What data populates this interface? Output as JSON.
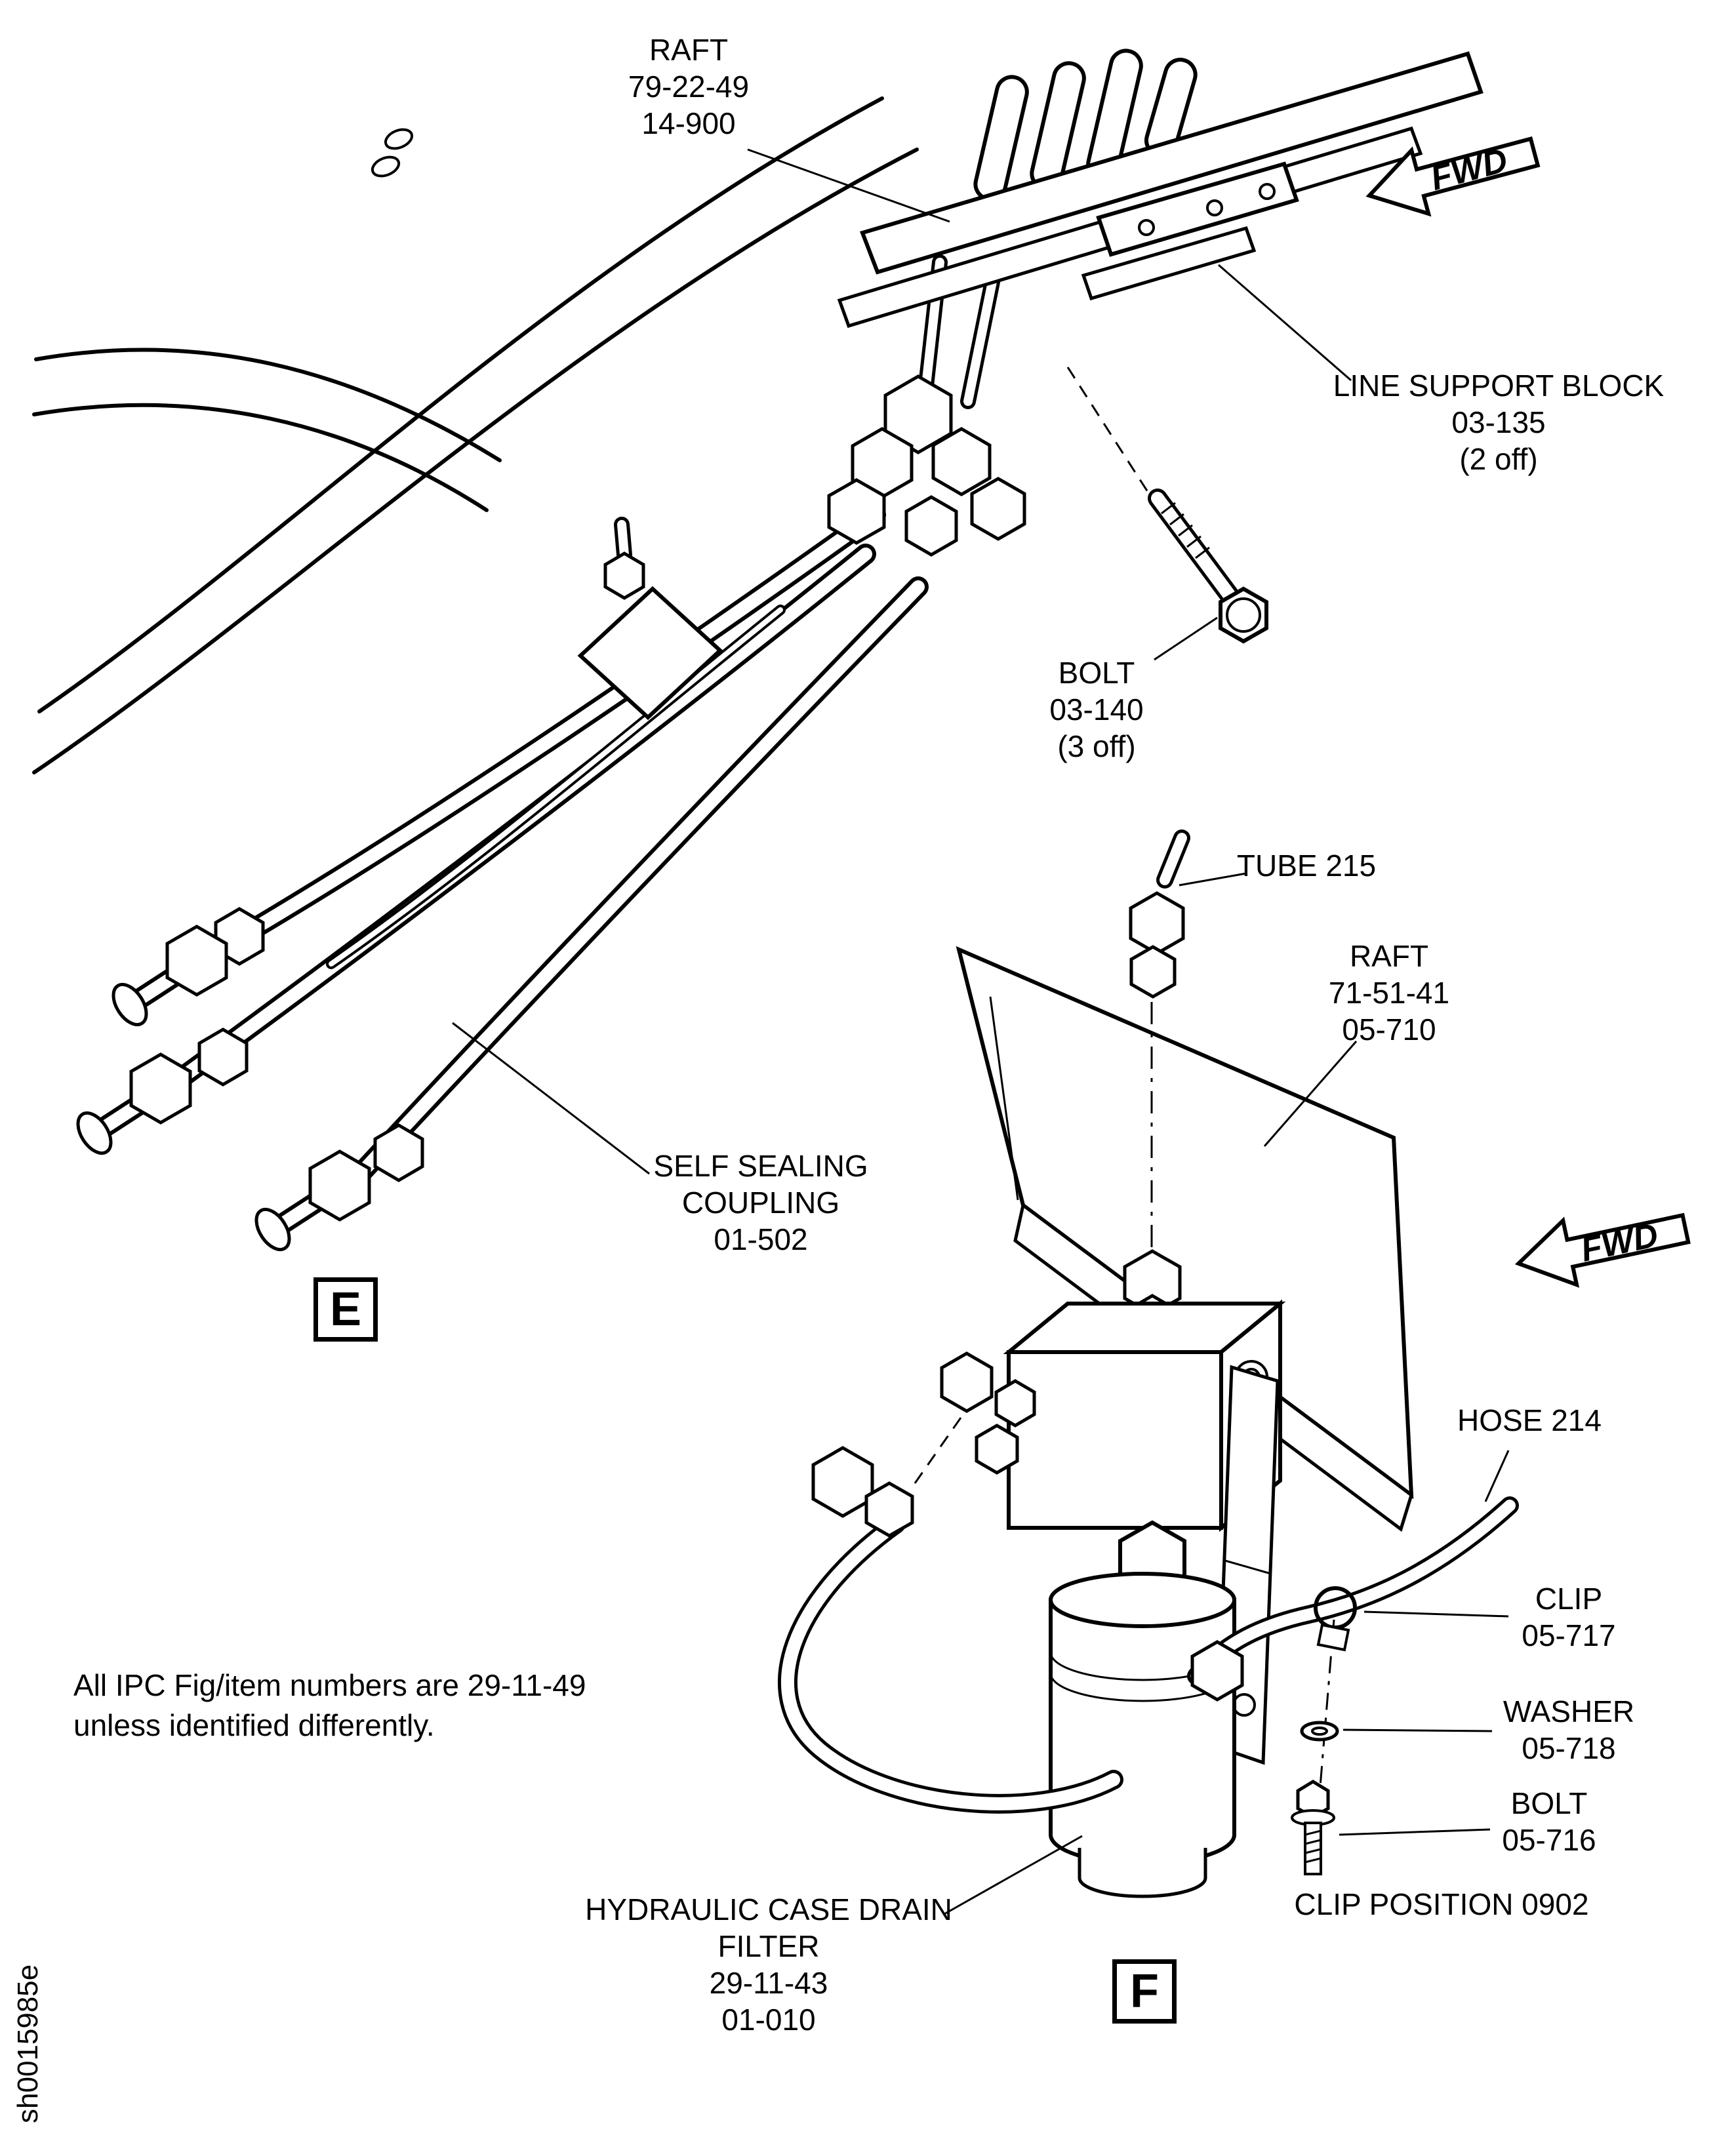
{
  "colors": {
    "ink": "#000000",
    "paper": "#ffffff"
  },
  "figure": {
    "sheet_code": "sh0015985e",
    "fwd_label": "FWD",
    "view_e": "E",
    "view_f": "F",
    "note": {
      "line1": "All IPC Fig/item numbers are 29-11-49",
      "line2": "unless identified differently."
    }
  },
  "labels": {
    "raft_top": {
      "line1": "RAFT",
      "line2": "79-22-49",
      "line3": "14-900"
    },
    "line_support_block": {
      "line1": "LINE SUPPORT BLOCK",
      "line2": "03-135",
      "line3": "(2 off)"
    },
    "bolt_top": {
      "line1": "BOLT",
      "line2": "03-140",
      "line3": "(3 off)"
    },
    "tube_215": {
      "line1": "TUBE 215"
    },
    "raft_lower": {
      "line1": "RAFT",
      "line2": "71-51-41",
      "line3": "05-710"
    },
    "self_sealing_coupling": {
      "line1": "SELF SEALING",
      "line2": "COUPLING",
      "line3": "01-502"
    },
    "hose_214": {
      "line1": "HOSE 214"
    },
    "clip": {
      "line1": "CLIP",
      "line2": "05-717"
    },
    "washer": {
      "line1": "WASHER",
      "line2": "05-718"
    },
    "bolt_lower": {
      "line1": "BOLT",
      "line2": "05-716"
    },
    "clip_position": {
      "line1": "CLIP POSITION 0902"
    },
    "hydraulic_filter": {
      "line1": "HYDRAULIC CASE DRAIN",
      "line2": "FILTER",
      "line3": "29-11-43",
      "line4": "01-010"
    }
  }
}
